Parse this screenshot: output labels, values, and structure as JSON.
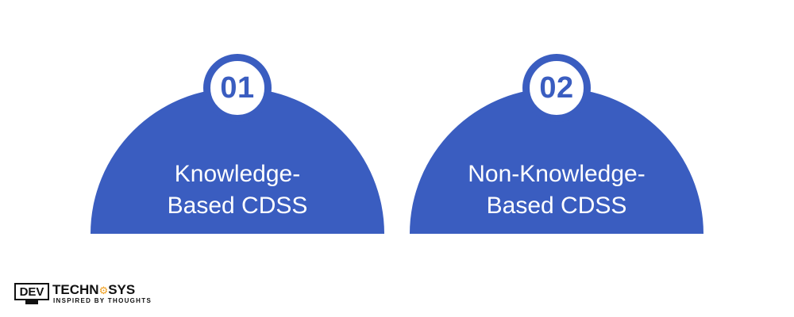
{
  "items": [
    {
      "number": "01",
      "label_line1": "Knowledge-",
      "label_line2": "Based CDSS"
    },
    {
      "number": "02",
      "label_line1": "Non-Knowledge-",
      "label_line2": "Based CDSS"
    }
  ],
  "logo": {
    "dev": "DEV",
    "techno": "TECHN",
    "sys": "SYS",
    "tagline": "INSPIRED BY THOUGHTS"
  },
  "colors": {
    "primary": "#3a5dc0",
    "text_light": "#ffffff",
    "logo_dark": "#111111",
    "logo_accent": "#f0a020"
  }
}
